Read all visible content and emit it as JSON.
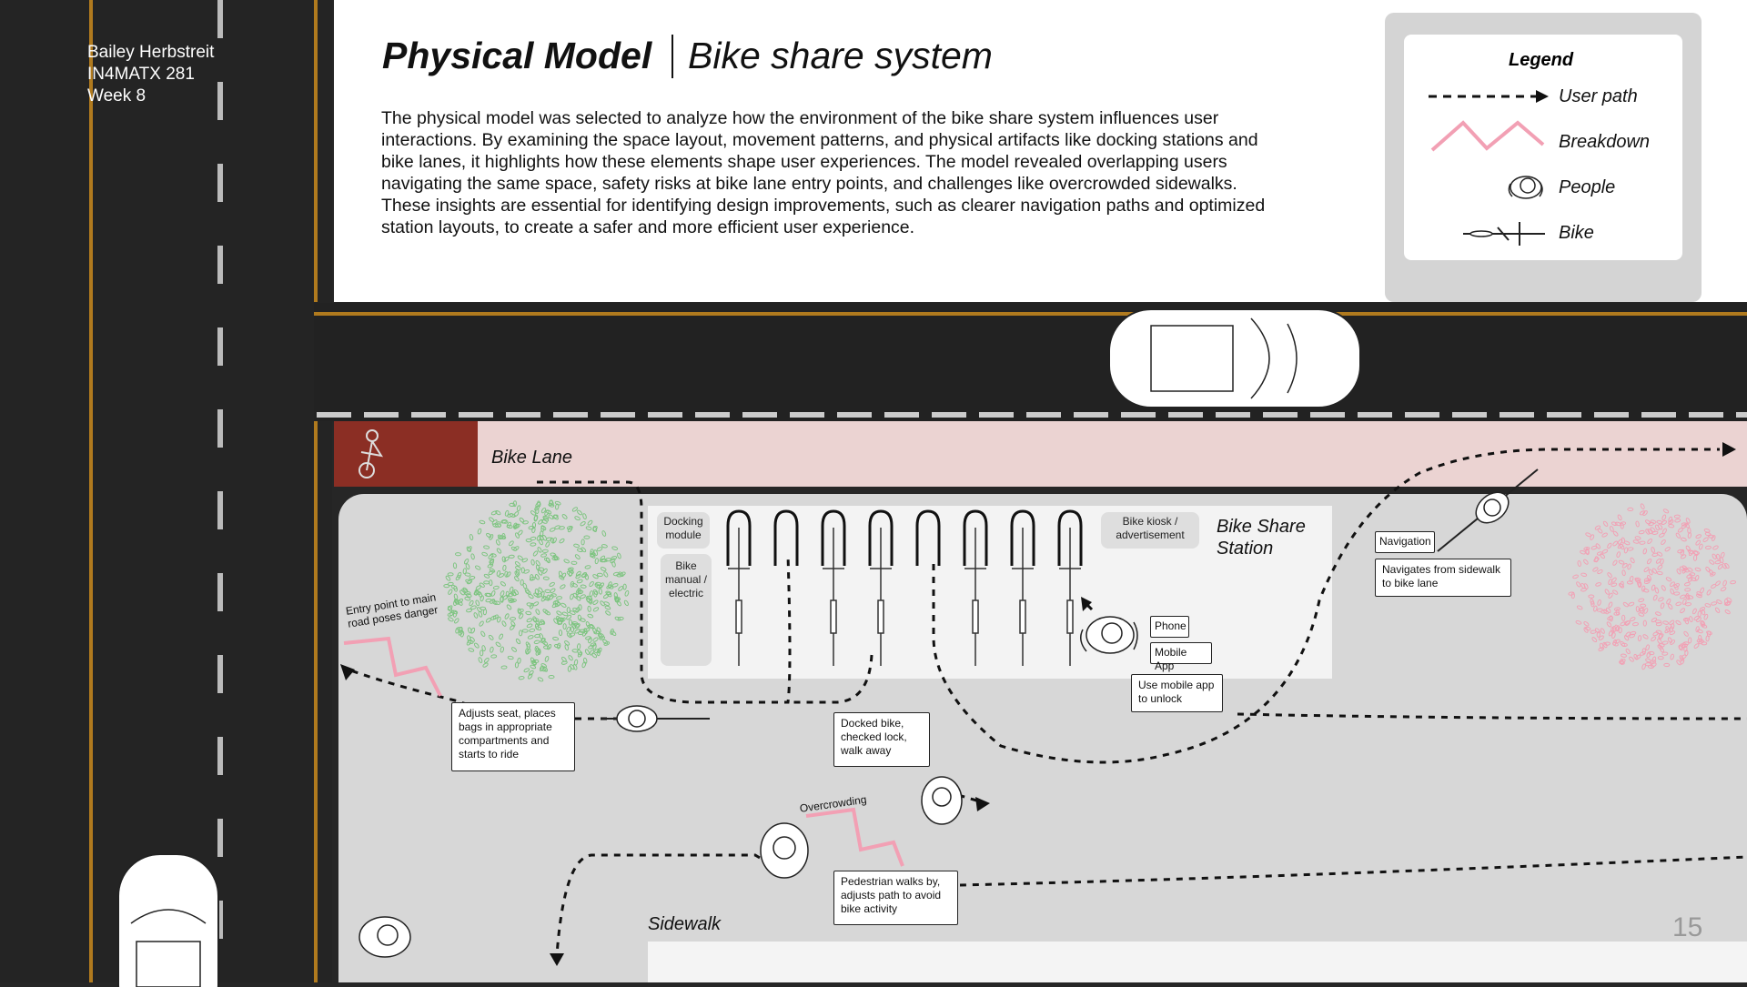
{
  "author": {
    "name": "Bailey Herbstreit",
    "course": "IN4MATX 281",
    "week": "Week 8"
  },
  "header": {
    "title": "Physical Model",
    "subtitle": "Bike share system",
    "description": "The physical model was selected to analyze how the environment of the bike share system influences user interactions. By examining the space layout, movement patterns, and physical artifacts like docking stations and bike lanes, it highlights how these elements shape user experiences. The model revealed overlapping users navigating the same space, safety risks at bike lane entry points, and challenges like overcrowded sidewalks. These insights are essential for identifying design improvements, such as clearer navigation paths and optimized station layouts, to create a safer and more efficient user experience."
  },
  "legend": {
    "title": "Legend",
    "items": [
      {
        "label": "User path",
        "icon": "dashed-arrow-icon"
      },
      {
        "label": "Breakdown",
        "icon": "zigzag-icon"
      },
      {
        "label": "People",
        "icon": "person-icon"
      },
      {
        "label": "Bike",
        "icon": "bike-icon"
      }
    ]
  },
  "areas": {
    "bike_lane": "Bike Lane",
    "sidewalk": "Sidewalk",
    "station": "Bike Share\nStation"
  },
  "station_parts": {
    "docking": "Docking module",
    "bike_type": "Bike manual / electric",
    "kiosk": "Bike kiosk / advertisement",
    "phone": "Phone",
    "mobile_app": "Mobile App"
  },
  "annotations": {
    "entry_danger": "Entry point to main road poses danger",
    "overcrowding": "Overcrowding",
    "navigation": "Navigation"
  },
  "notes": {
    "adjusts_seat": "Adjusts seat, places bags in appropriate compartments and starts to ride",
    "docked_bike": "Docked bike, checked lock, walk away",
    "use_app": "Use mobile app to unlock",
    "navigates": "Navigates from sidewalk to bike lane",
    "pedestrian": "Pedestrian walks by, adjusts path to avoid bike activity"
  },
  "page_number": "15",
  "colors": {
    "breakdown": "#f2a0b4",
    "path": "#111111",
    "bike_lane": "#ebd3d2",
    "lane_marker": "#8b2e24",
    "road_line": "#b07a1e",
    "tree": "#7cc47f"
  }
}
